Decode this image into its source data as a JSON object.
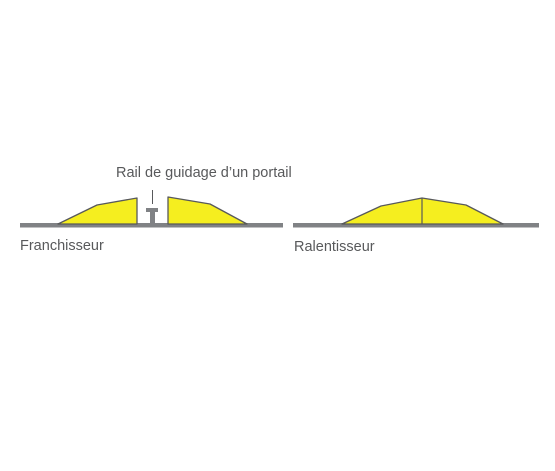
{
  "labels": {
    "rail": "Rail de guidage d’un portail",
    "franchisseur": "Franchisseur",
    "ralentisseur": "Ralentisseur"
  },
  "colors": {
    "bump_fill": "#f5ee1f",
    "outline": "#58595b",
    "ground": "#808285",
    "text": "#58595b"
  }
}
